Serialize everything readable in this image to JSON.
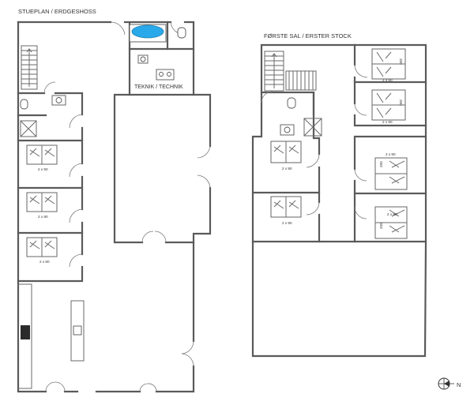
{
  "floors": {
    "ground_title": "STUEPLAN / ERDGESHOSS",
    "first_title": "FØRSTE SAL / ERSTER STOCK"
  },
  "rooms": {
    "technik_label": "TEKNIK / TECHNIK"
  },
  "beds": {
    "size_label": "2 x 90",
    "length_label": "200"
  },
  "compass": {
    "north_letter": "N"
  },
  "colors": {
    "wall": "#5a5a5a",
    "spa": "#2aa9ea",
    "stove": "#2b2b2b"
  }
}
